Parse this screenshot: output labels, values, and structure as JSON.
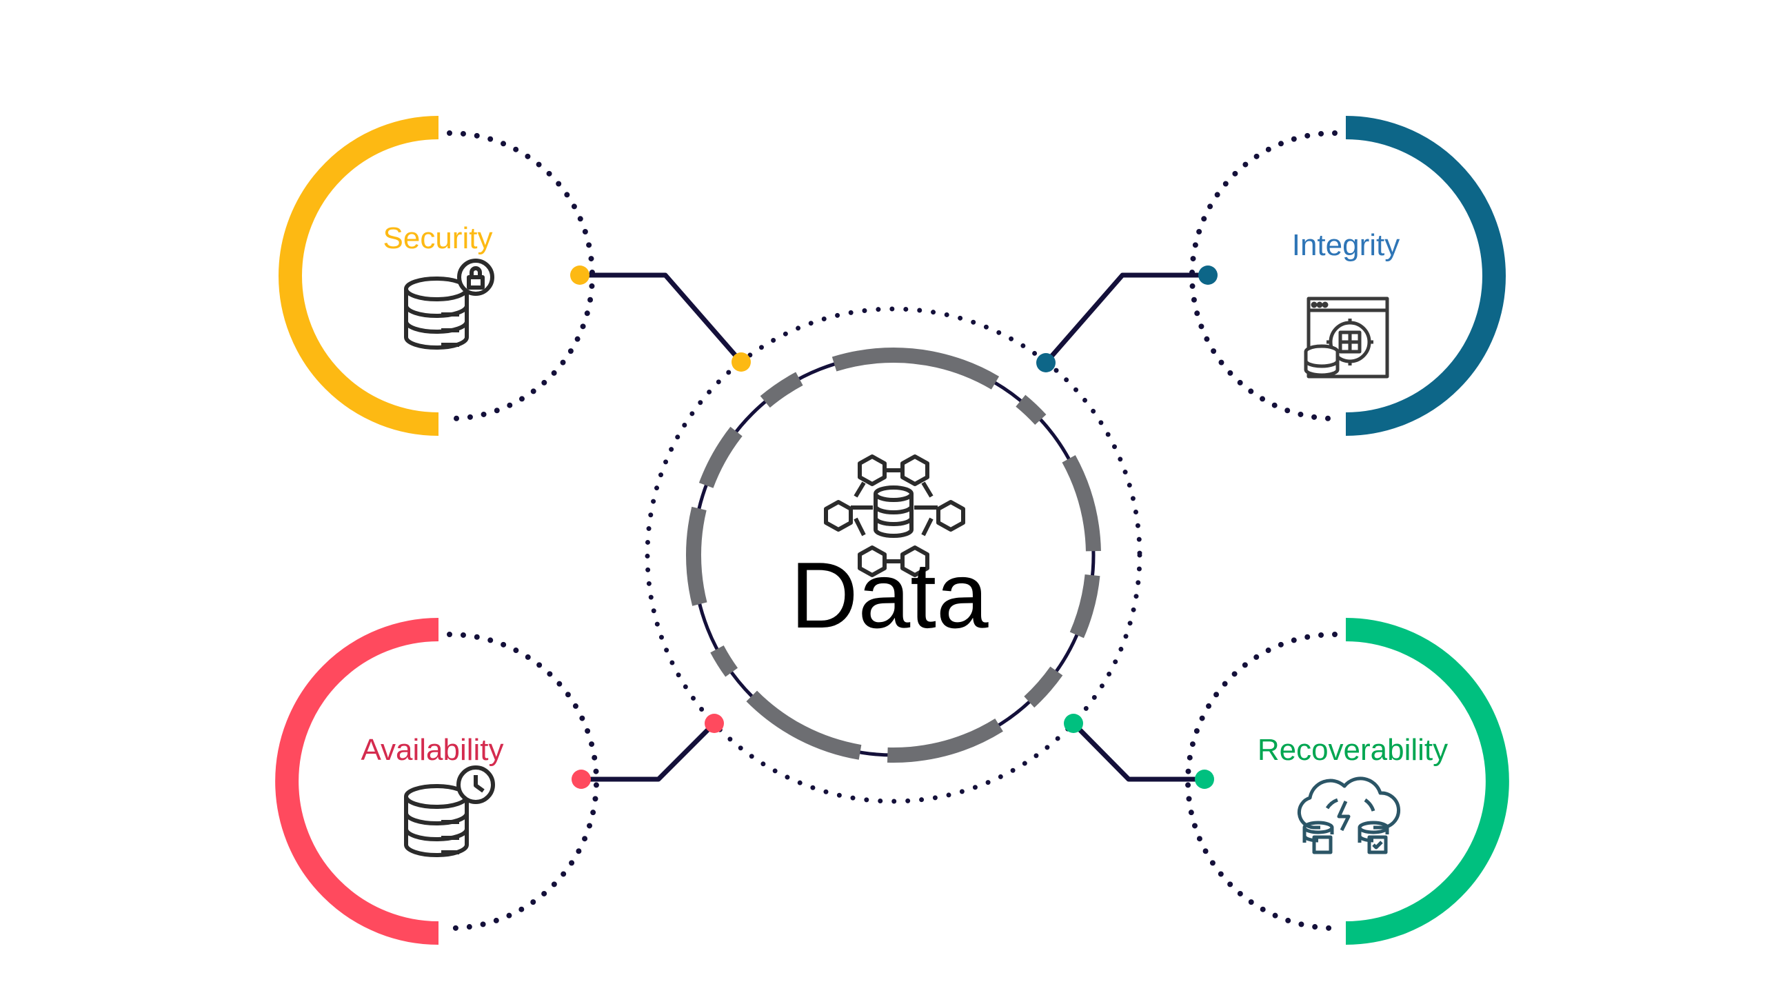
{
  "center": {
    "label": "Data",
    "icon": "database-network-icon"
  },
  "pillars": [
    {
      "id": "security",
      "label": "Security",
      "color": "#FDB913",
      "icon": "database-lock-icon"
    },
    {
      "id": "integrity",
      "label": "Integrity",
      "color": "#0D6688",
      "label_color": "#2E75B6",
      "icon": "browser-database-gear-icon"
    },
    {
      "id": "availability",
      "label": "Availability",
      "color": "#FF4A5E",
      "label_color": "#D42B4E",
      "icon": "database-clock-icon"
    },
    {
      "id": "recoverability",
      "label": "Recoverability",
      "color": "#00C07F",
      "label_color": "#00A651",
      "icon": "cloud-database-recovery-icon"
    }
  ],
  "colors": {
    "dots": "#14103A",
    "lines": "#14103A",
    "ring": "#6D6E72",
    "icon": "#2B2B2B",
    "integrity_icon": "#3A3A3A",
    "recover_icon": "#2B5566"
  }
}
